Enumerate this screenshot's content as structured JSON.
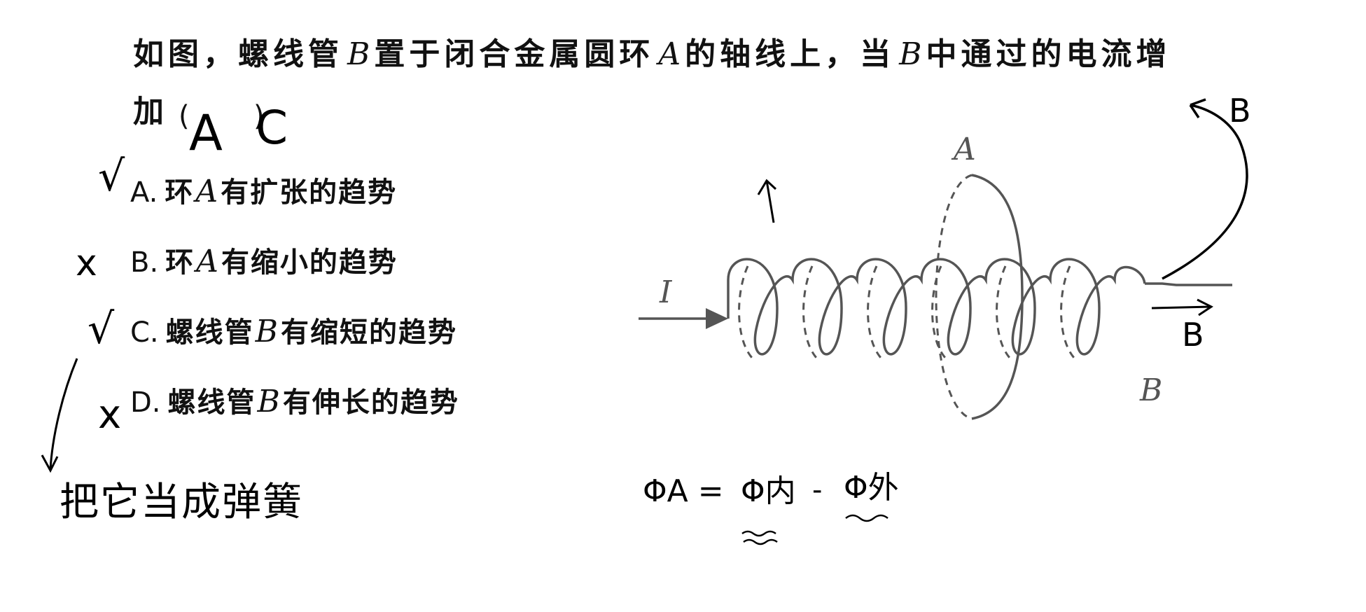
{
  "question": {
    "line1_a": "如图，螺线管",
    "var_b1": "B",
    "line1_b": "置于闭合金属圆环",
    "var_a1": "A",
    "line1_c": "的轴线上，当",
    "var_b2": "B",
    "line1_d": "中通过的电流增",
    "line2": "加",
    "paren_open": "(",
    "paren_close": ")"
  },
  "options": [
    {
      "letter": "A.",
      "pre": "环",
      "var": "A",
      "post": "有扩张的趋势"
    },
    {
      "letter": "B.",
      "pre": "环",
      "var": "A",
      "post": "有缩小的趋势"
    },
    {
      "letter": "C.",
      "pre": "螺线管",
      "var": "B",
      "post": "有缩短的趋势"
    },
    {
      "letter": "D.",
      "pre": "螺线管",
      "var": "B",
      "post": "有伸长的趋势"
    }
  ],
  "figure": {
    "ring_label": "A",
    "solenoid_label": "B",
    "current_label": "I",
    "line_color": "#555555"
  },
  "handwriting": {
    "answer_a": "A",
    "answer_c": "C",
    "mark_a": "√",
    "mark_b": "x",
    "mark_c": "√",
    "mark_d": "x",
    "note_spring": "把它当成弹簧",
    "field_label_top": "B",
    "field_label_right": "B",
    "flux_formula_left": "ΦA =",
    "flux_in": "Φ内",
    "flux_minus": "-",
    "flux_out": "Φ外"
  }
}
